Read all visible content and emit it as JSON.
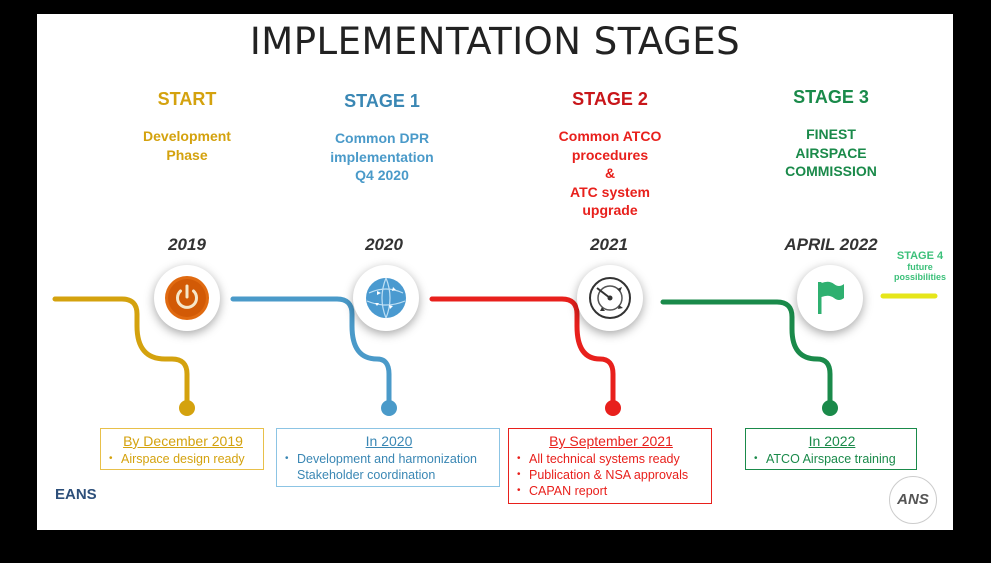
{
  "title": "IMPLEMENTATION STAGES",
  "colors": {
    "start": "#d4a20e",
    "stage1": "#4a9ac9",
    "stage2": "#e8201c",
    "stage3": "#1a8a4a",
    "stage4": "#e6e61a"
  },
  "stages": [
    {
      "name": "START",
      "description": [
        "Development",
        "Phase"
      ],
      "year": "2019",
      "icon": "power-icon",
      "box": {
        "heading": "By December 2019",
        "items": [
          "Airspace design ready"
        ]
      }
    },
    {
      "name": "STAGE 1",
      "description": [
        "Common DPR",
        "implementation",
        "Q4 2020"
      ],
      "year": "2020",
      "icon": "airspace-globe-icon",
      "box": {
        "heading": "In 2020",
        "items": [
          "Development and harmonization",
          "Stakeholder coordination"
        ]
      }
    },
    {
      "name": "STAGE 2",
      "description": [
        "Common ATCO",
        "procedures",
        "&",
        "ATC system",
        "upgrade"
      ],
      "year": "2021",
      "icon": "radar-icon",
      "box": {
        "heading": "By September 2021",
        "items": [
          "All technical systems ready",
          "Publication & NSA approvals",
          "CAPAN report"
        ]
      }
    },
    {
      "name": "STAGE 3",
      "description": [
        "FINEST",
        "AIRSPACE",
        "COMMISSION"
      ],
      "year": "APRIL 2022",
      "icon": "flag-icon",
      "box": {
        "heading": "In 2022",
        "items": [
          "ATCO Airspace training"
        ]
      }
    }
  ],
  "stage4": {
    "name": "STAGE 4",
    "sub": [
      "future",
      "possibilities"
    ]
  },
  "logos": {
    "eans": "EANS",
    "ans": "ANS"
  }
}
